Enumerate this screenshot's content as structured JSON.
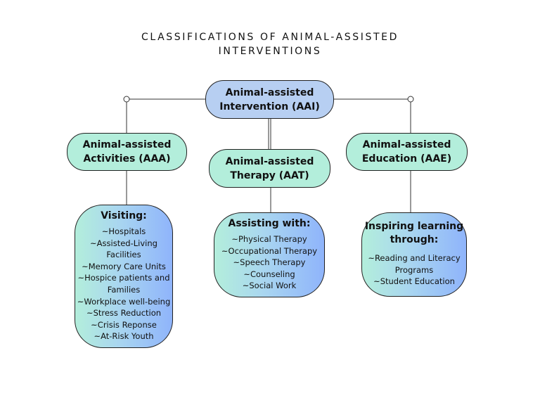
{
  "title": {
    "line1": "CLASSIFICATIONS OF ANIMAL-ASSISTED",
    "line2": "INTERVENTIONS"
  },
  "root": {
    "line1": "Animal-assisted",
    "line2": "Intervention (AAI)"
  },
  "categories": [
    {
      "line1": "Animal-assisted",
      "line2": "Activities (AAA)",
      "heading": "Visiting:",
      "items": [
        "~Hospitals",
        "~Assisted-Living",
        "Facilities",
        "~Memory Care Units",
        "~Hospice patients and",
        "Families",
        "~Workplace well-being",
        "~Stress Reduction",
        "~Crisis Reponse",
        "~At-Risk Youth"
      ]
    },
    {
      "line1": "Animal-assisted",
      "line2": "Therapy (AAT)",
      "heading": "Assisting with:",
      "items": [
        "~Physical Therapy",
        "~Occupational Therapy",
        "~Speech Therapy",
        "~Counseling",
        "~Social Work"
      ]
    },
    {
      "line1": "Animal-assisted",
      "line2": "Education (AAE)",
      "heading": "Inspiring learning through:",
      "heading_line1": "Inspiring learning",
      "heading_line2": "through:",
      "items": [
        "~Reading and Literacy",
        "Programs",
        "~Student Education"
      ]
    }
  ]
}
